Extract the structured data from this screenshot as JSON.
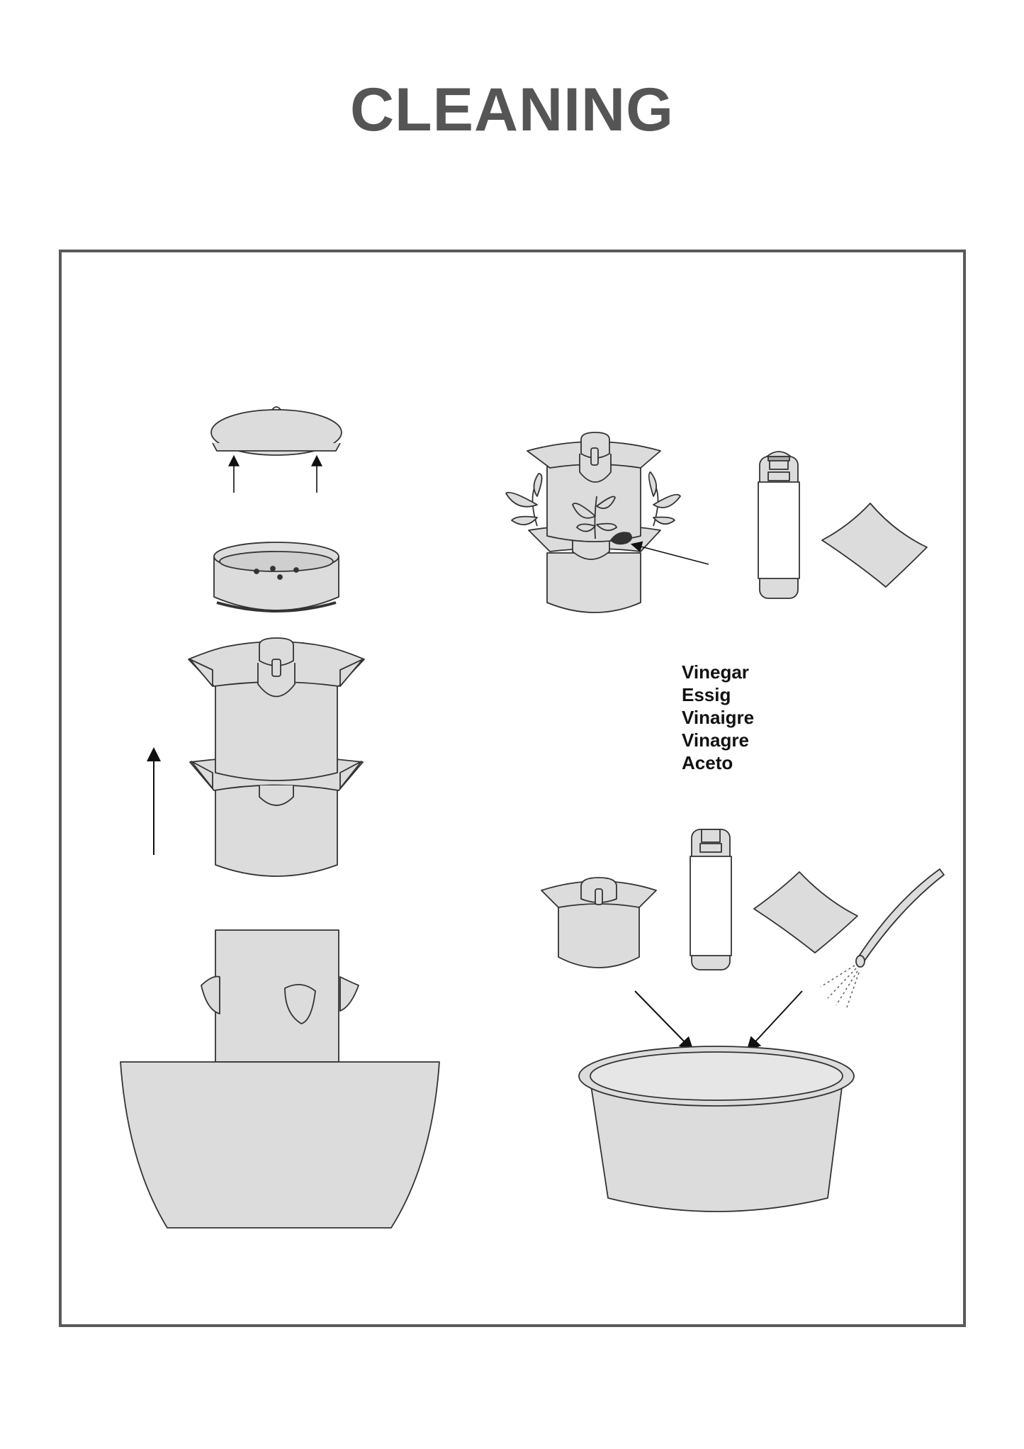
{
  "title": "CLEANING",
  "vinegar_labels": [
    "Vinegar",
    "Essig",
    "Vinaigre",
    "Vinagre",
    "Aceto"
  ],
  "colors": {
    "title": "#555555",
    "frame": "#5a5a5a",
    "fill": "#dcdcdc",
    "stroke": "#333333"
  }
}
